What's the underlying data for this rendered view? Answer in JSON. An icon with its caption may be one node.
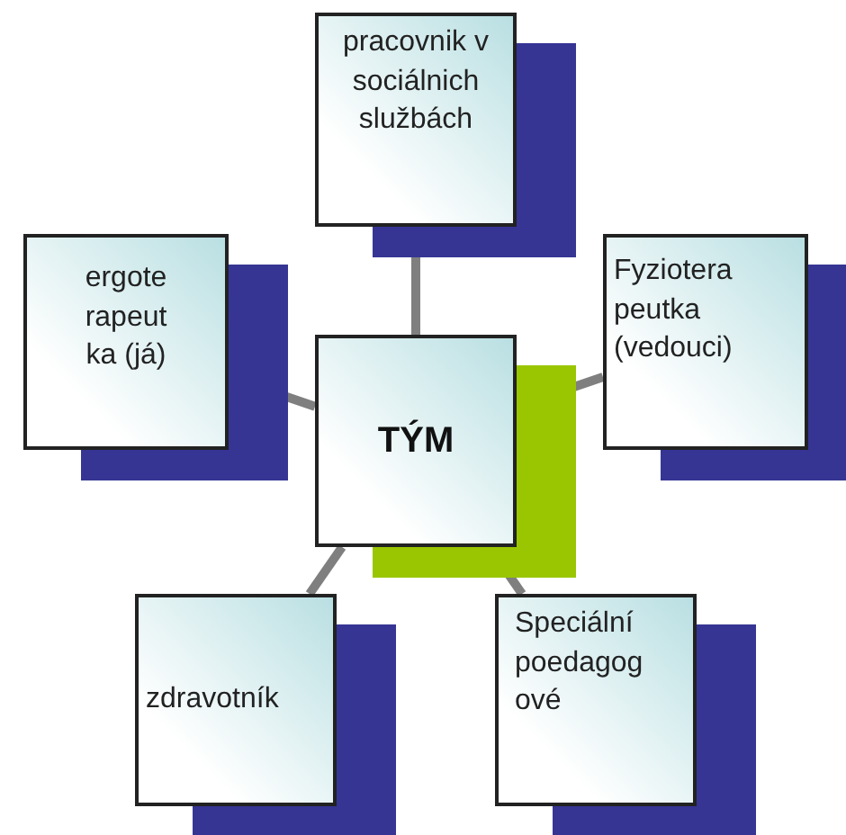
{
  "diagram": {
    "nodes": [
      {
        "text": [
          "pracovnik v sociálnich službách"
        ]
      },
      {
        "text": [
          "ergote rapeut ka (já)"
        ]
      },
      {
        "text": [
          "Fyziotera peutka (vedouci)"
        ]
      },
      {
        "text": [
          "TÝM"
        ]
      },
      {
        "text": [
          "zdravotník"
        ]
      },
      {
        "text": [
          "Speciální poedagog ové"
        ]
      }
    ],
    "edges": [
      {
        "from": 3,
        "to": 0,
        "arrow": "none"
      },
      {
        "from": 3,
        "to": 1,
        "arrow": "none"
      },
      {
        "from": 3,
        "to": 2,
        "arrow": "none"
      },
      {
        "from": 3,
        "to": 4,
        "arrow": "none"
      },
      {
        "from": 3,
        "to": 5,
        "arrow": "none"
      }
    ]
  }
}
